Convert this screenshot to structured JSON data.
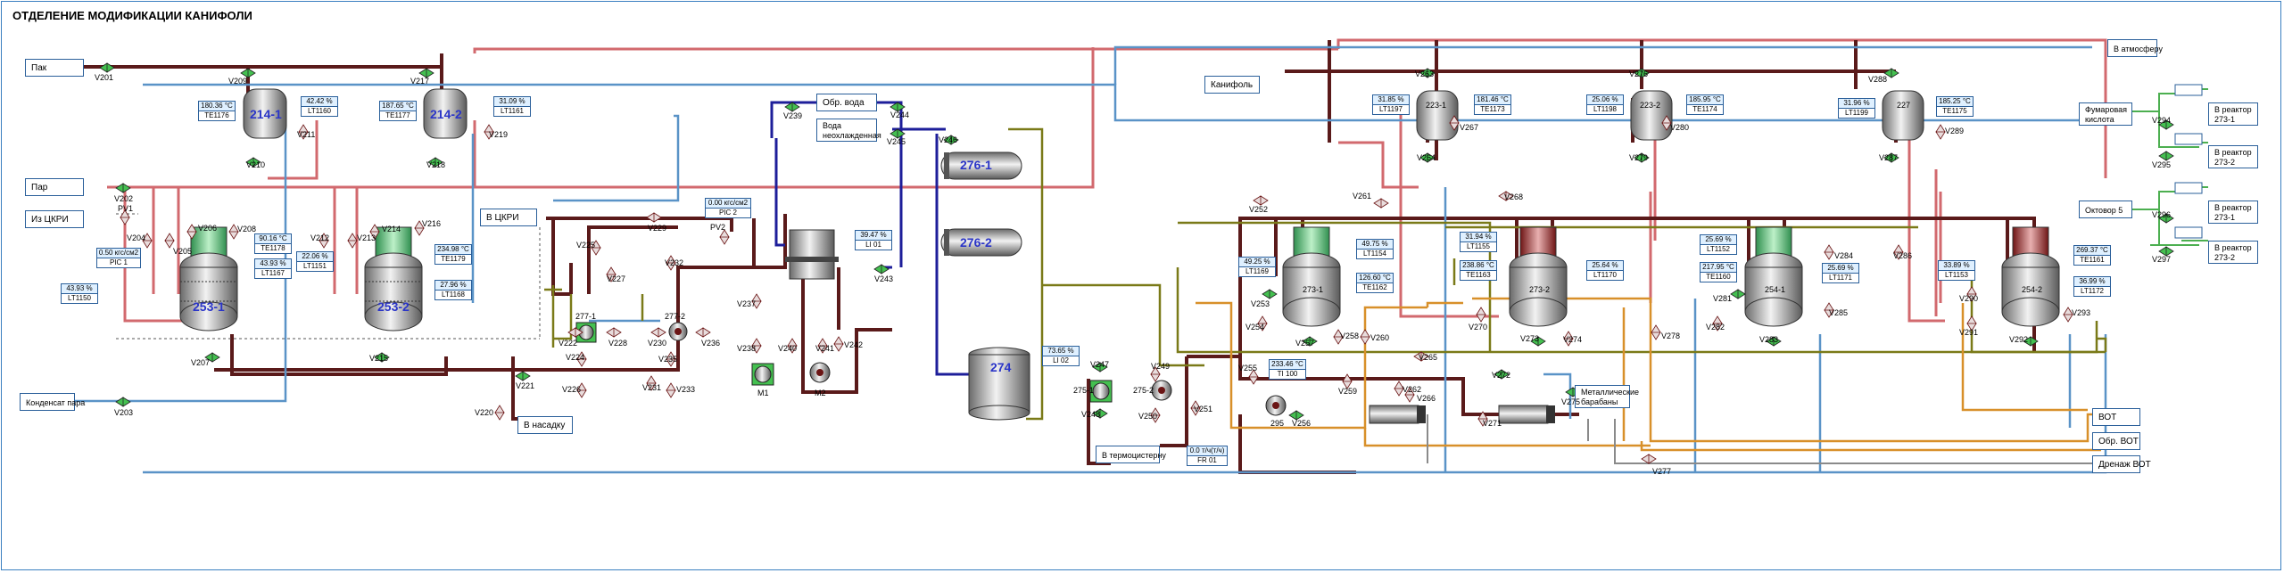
{
  "title": "ОТДЕЛЕНИЕ МОДИФИКАЦИИ КАНИФОЛИ",
  "colors": {
    "steam": "#d2696e",
    "condensate_dark": "#5a1a1a",
    "water_blue": "#5a93c7",
    "water_dark": "#1d1e9a",
    "olive": "#7a7a18",
    "orange": "#d8902a",
    "green": "#4caf50",
    "grey": "#8a8a8a",
    "frame": "#3a7fc0",
    "label_blue": "#2b35c8"
  },
  "sources": {
    "pak": "Пак",
    "par": "Пар",
    "iz_tskri": "Из ЦКРИ",
    "kondensat": "Конденсат пара",
    "v_tskri": "В ЦКРИ",
    "obr_voda": "Обр. вода",
    "voda_neohl": "Вода неохлажденная",
    "v_nasadku": "В насадку",
    "kanifol": "Канифоль",
    "v_atmosferu": "В атмосферу",
    "v_termoistern": "В термоцистерну",
    "metall_barab": "Металлические барабаны",
    "fumar_kislota": "Фумаровая кислота",
    "oktovor5": "Октовор 5",
    "v_reaktor_273_1": "В реактор 273-1",
    "v_reaktor_273_2": "В реактор 273-2",
    "v_reaktor_273_1b": "В реактор 273-1",
    "v_reaktor_273_2b": "В реактор 273-2",
    "vot": "ВОТ",
    "obr_vot": "Обр. ВОТ",
    "drenazh_vot": "Дренаж ВОТ"
  },
  "units": {
    "u214_1": "214-1",
    "u214_2": "214-2",
    "u253_1": "253-1",
    "u253_2": "253-2",
    "u276_1": "276-1",
    "u276_2": "276-2",
    "u274": "274",
    "u223_1": "223-1",
    "u223_2": "223-2",
    "u227": "227",
    "u273_1": "273-1",
    "u273_2": "273-2",
    "u254_1": "254-1",
    "u254_2": "254-2",
    "u277_1": "277-1",
    "u277_2": "277-2",
    "u275_1": "275-1",
    "u275_2": "275-2",
    "u295": "295",
    "m1": "M1",
    "m2": "M2"
  },
  "valves": {
    "v201": "V201",
    "v202": "V202",
    "v203": "V203",
    "v204": "V204",
    "v205": "V205",
    "v206": "V206",
    "v207": "V207",
    "v208": "V208",
    "v209": "V209",
    "v210": "V210",
    "v211": "V211",
    "v212": "V212",
    "v213": "V213",
    "v214": "V214",
    "v215": "V215",
    "v216": "V216",
    "v217": "V217",
    "v218": "V218",
    "v219": "V219",
    "v220": "V220",
    "v221": "V221",
    "v222": "V222",
    "v224": "V224",
    "v225": "V225",
    "v226": "V226",
    "v227": "V227",
    "v228": "V228",
    "v229": "V229",
    "v230": "V230",
    "v231": "V231",
    "v232": "V232",
    "v233": "V233",
    "v235": "V235",
    "v236": "V236",
    "v237": "V237",
    "v238": "V238",
    "v239": "V239",
    "v240": "V240",
    "v241": "V241",
    "v242": "V242",
    "v243": "V243",
    "v244": "V244",
    "v245": "V245",
    "v246": "V246",
    "v247": "V247",
    "v248": "V248",
    "v249": "V249",
    "v250": "V250",
    "v251": "V251",
    "v252": "V252",
    "v253": "V253",
    "v254": "V254",
    "v255": "V255",
    "v256": "V256",
    "v257": "V257",
    "v258": "V258",
    "v259": "V259",
    "v260": "V260",
    "v261": "V261",
    "v262": "V262",
    "v263": "V263",
    "v264": "V264",
    "v265": "V265",
    "v266": "V266",
    "v267": "V267",
    "v268": "V268",
    "v269": "V269",
    "v270": "V270",
    "v271": "V271",
    "v272": "V272",
    "v273": "V273",
    "v274": "V274",
    "v275": "V275",
    "v276": "V276",
    "v277": "V277",
    "v278": "V278",
    "v279": "V279",
    "v280": "V280",
    "v281": "V281",
    "v282": "V282",
    "v283": "V283",
    "v284": "V284",
    "v285": "V285",
    "v286": "V286",
    "v287": "V287",
    "v288": "V288",
    "v289": "V289",
    "v290": "V290",
    "v291": "V291",
    "v292": "V292",
    "v293": "V293",
    "v294": "V294",
    "v295": "V295",
    "v296": "V296",
    "v297": "V297",
    "pv1": "PV1",
    "pv2": "PV2"
  },
  "tags": {
    "te1176": {
      "v": "180.36 °C",
      "n": "TE1176"
    },
    "lt1160": {
      "v": "42.42 %",
      "n": "LT1160"
    },
    "te1177": {
      "v": "187.65 °C",
      "n": "TE1177"
    },
    "lt1161": {
      "v": "31.09 %",
      "n": "LT1161"
    },
    "te1178": {
      "v": "90.16 °C",
      "n": "TE1178"
    },
    "lt1167": {
      "v": "43.93 %",
      "n": "LT1167"
    },
    "pic1": {
      "v": "0.50 кгс/см2",
      "n": "PIC 1"
    },
    "lt1150": {
      "v": "43.93 %",
      "n": "LT1150"
    },
    "lt1151": {
      "v": "22.06 %",
      "n": "LT1151"
    },
    "te1179": {
      "v": "234.98 °C",
      "n": "TE1179"
    },
    "lt1168": {
      "v": "27.96 %",
      "n": "LT1168"
    },
    "pic2": {
      "v": "0.00 кгс/см2",
      "n": "PIC 2"
    },
    "li01": {
      "v": "39.47 %",
      "n": "LI 01"
    },
    "li02": {
      "v": "73.65 %",
      "n": "LI 02"
    },
    "ti100": {
      "v": "233.46 °C",
      "n": "TI 100"
    },
    "fr01": {
      "v": "0.0 т/ч(т/ч)",
      "n": "FR 01"
    },
    "lt1197": {
      "v": "31.85 %",
      "n": "LT1197"
    },
    "te1173": {
      "v": "181.46 °C",
      "n": "TE1173"
    },
    "lt1198": {
      "v": "25.06 %",
      "n": "LT1198"
    },
    "te1174": {
      "v": "185.95 °C",
      "n": "TE1174"
    },
    "lt1199": {
      "v": "31.96 %",
      "n": "LT1199"
    },
    "te1175": {
      "v": "185.25 °C",
      "n": "TE1175"
    },
    "lt1169": {
      "v": "49.25 %",
      "n": "LT1169"
    },
    "lt1154": {
      "v": "49.75 %",
      "n": "LT1154"
    },
    "te1162": {
      "v": "126.60 °C",
      "n": "TE1162"
    },
    "lt1155": {
      "v": "31.94 %",
      "n": "LT1155"
    },
    "te1163": {
      "v": "238.86 °C",
      "n": "TE1163"
    },
    "lt1170": {
      "v": "25.64 %",
      "n": "LT1170"
    },
    "lt1152": {
      "v": "25.69 %",
      "n": "LT1152"
    },
    "te1160": {
      "v": "217.95 °C",
      "n": "TE1160"
    },
    "lt1171": {
      "v": "25.69 %",
      "n": "LT1171"
    },
    "lt1153": {
      "v": "33.89 %",
      "n": "LT1153"
    },
    "te1161": {
      "v": "269.37 °C",
      "n": "TE1161"
    },
    "lt1172": {
      "v": "36.99 %",
      "n": "LT1172"
    }
  }
}
